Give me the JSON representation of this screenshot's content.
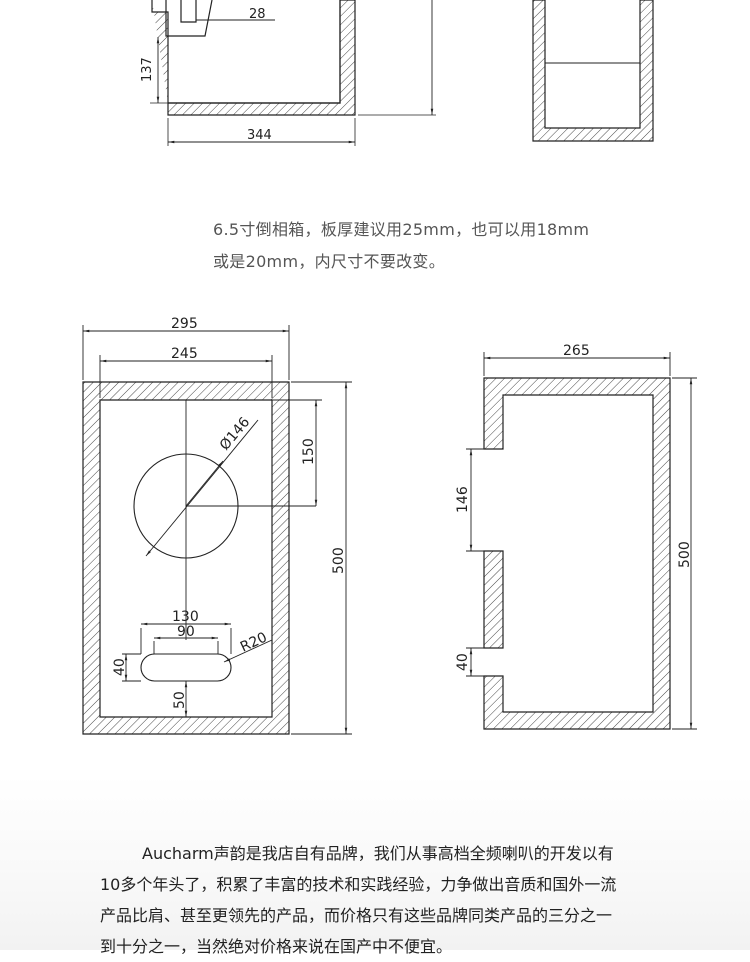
{
  "colors": {
    "line": "#222222",
    "hatch": "#333333",
    "text_gray": "#555555",
    "text_dark": "#222222"
  },
  "top_drawing": {
    "dim_28": "28",
    "dim_137": "137",
    "dim_344": "344"
  },
  "caption": {
    "line1": "6.5寸倒相箱，板厚建议用25mm，也可以用18mm",
    "line2": "或是20mm，内尺寸不要改变。"
  },
  "front_view": {
    "dim_295": "295",
    "dim_245": "245",
    "dim_diameter": "Ø146",
    "dim_150": "150",
    "dim_500": "500",
    "dim_130": "130",
    "dim_90": "90",
    "dim_r20": "R20",
    "dim_40": "40",
    "dim_50": "50"
  },
  "side_view": {
    "dim_265": "265",
    "dim_146": "146",
    "dim_500": "500",
    "dim_40": "40"
  },
  "paragraph": {
    "line1": "Aucharm声韵是我店自有品牌，我们从事高档全频喇叭的开发以有",
    "line2": "10多个年头了，积累了丰富的技术和实践经验，力争做出音质和国外一流",
    "line3": "产品比肩、甚至更领先的产品，而价格只有这些品牌同类产品的三分之一",
    "line4": "到十分之一，当然绝对价格来说在国产中不便宜。"
  }
}
